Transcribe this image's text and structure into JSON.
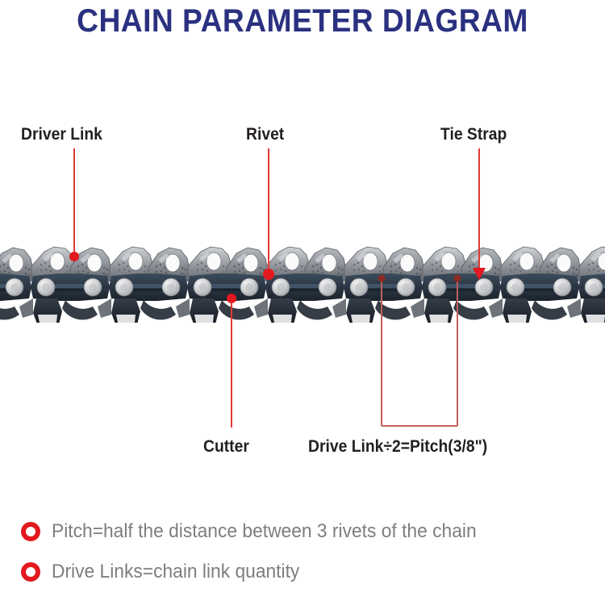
{
  "title": "CHAIN PARAMETER DIAGRAM",
  "colors": {
    "title_blue": "#2b3180",
    "label_black": "#231f20",
    "leader_red": "#e03a32",
    "marker_red": "#e2191f",
    "note_gray": "#7e7e7e",
    "chain_steel_light": "#b9bcc0",
    "chain_steel_mid": "#8d9196",
    "chain_strap_dark": "#2d3845",
    "chain_rivet": "#dcdcdc",
    "background": "#ffffff"
  },
  "callouts": [
    {
      "id": "driver-link",
      "label": "Driver Link",
      "marker": "dot"
    },
    {
      "id": "rivet",
      "label": "Rivet",
      "marker": "dot"
    },
    {
      "id": "tie-strap",
      "label": "Tie Strap",
      "marker": "arrow"
    },
    {
      "id": "cutter",
      "label": "Cutter",
      "marker": "dot"
    },
    {
      "id": "pitch",
      "label": "Drive Link÷2=Pitch(3/8\")",
      "marker": "bracket"
    }
  ],
  "figure": {
    "name": "saw-chain-illustration",
    "description": "Side view of a chainsaw chain showing repeating cutter teeth, tie straps, drive links and rivets",
    "repeat_count": 8
  },
  "notes": [
    {
      "bullet": "ring-bullet-icon",
      "text": "Pitch=half the distance between 3 rivets of the chain"
    },
    {
      "bullet": "ring-bullet-icon",
      "text": "Drive Links=chain link quantity"
    }
  ]
}
